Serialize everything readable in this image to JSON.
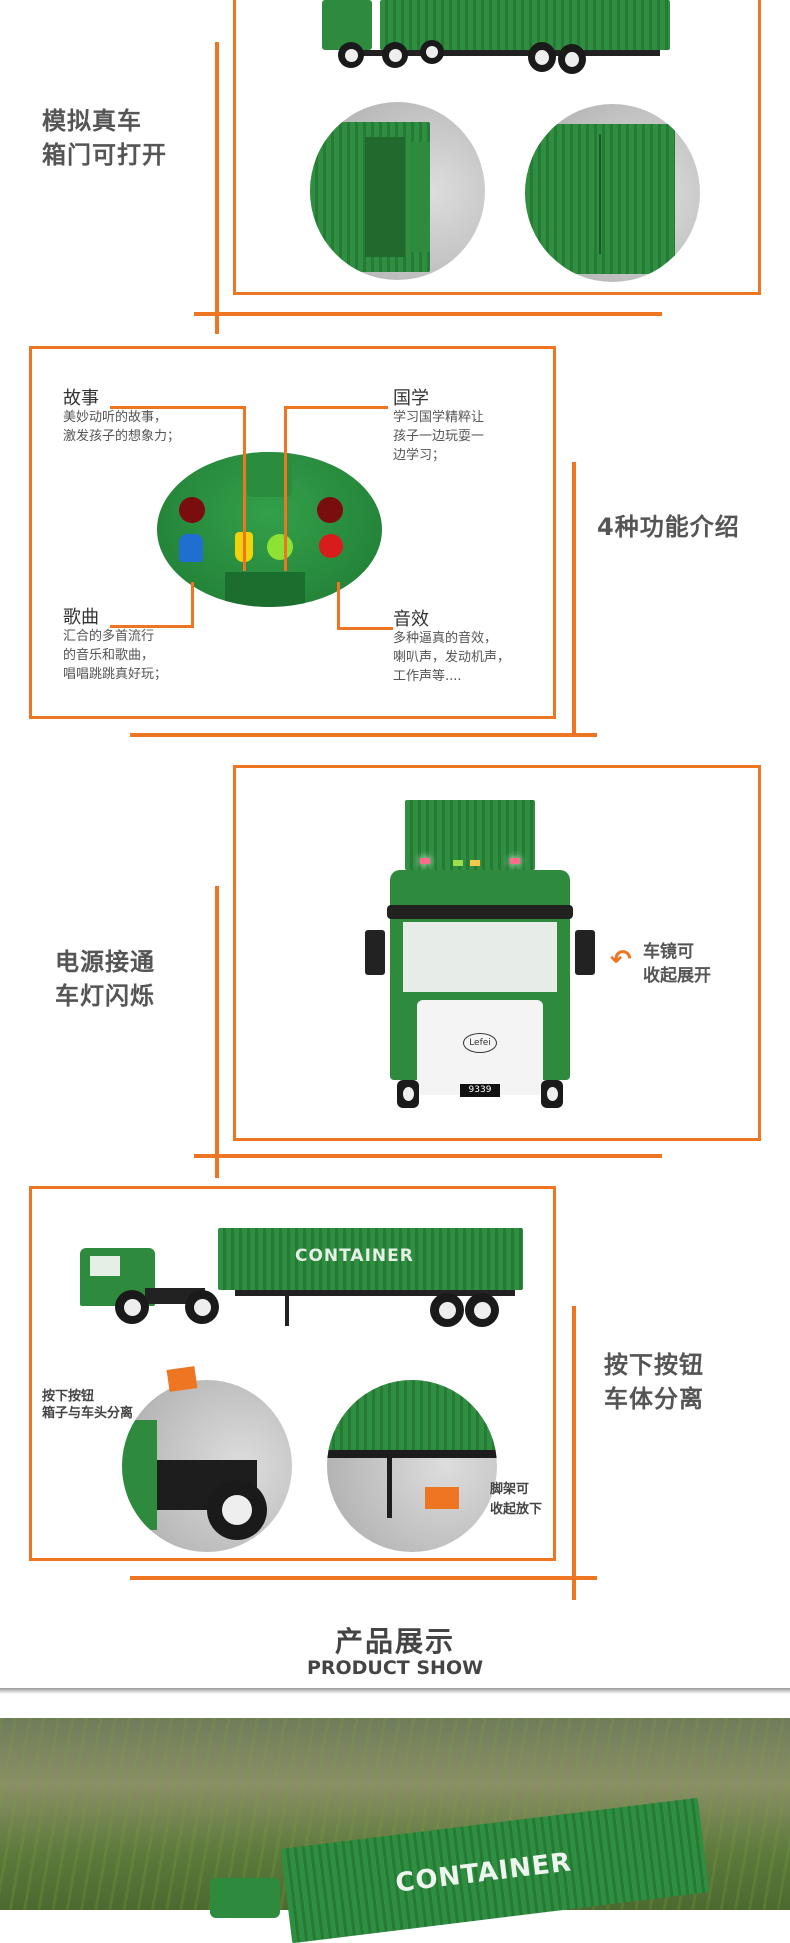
{
  "section_doors": {
    "caption_line1": "模拟真车",
    "caption_line2": "箱门可打开"
  },
  "section_functions": {
    "caption": "4种功能介绍",
    "features": [
      {
        "title": "故事",
        "desc": [
          "美妙动听的故事，",
          "激发孩子的想象力；"
        ]
      },
      {
        "title": "国学",
        "desc": [
          "学习国学精粹让",
          "孩子一边玩耍一",
          "边学习；"
        ]
      },
      {
        "title": "歌曲",
        "desc": [
          "汇合的多首流行",
          "的音乐和歌曲，",
          "唱唱跳跳真好玩；"
        ]
      },
      {
        "title": "音效",
        "desc": [
          "多种逼真的音效，",
          "喇叭声，发动机声，",
          "工作声等...."
        ]
      }
    ]
  },
  "section_lights": {
    "caption_line1": "电源接通",
    "caption_line2": "车灯闪烁",
    "mirror_line1": "车镜可",
    "mirror_line2": "收起展开",
    "plate": "9339",
    "logo": "Lefei"
  },
  "section_detach": {
    "caption_line1": "按下按钮",
    "caption_line2": "车体分离",
    "container_label": "CONTAINER",
    "button_line1": "按下按钮",
    "button_line2": "箱子与车头分离",
    "stand_line1": "脚架可",
    "stand_line2": "收起放下"
  },
  "product_show": {
    "title_cn": "产品展示",
    "title_en": "PRODUCT SHOW",
    "container_label": "CONTAINER"
  },
  "colors": {
    "accent": "#ee7623",
    "truck_green": "#2e8b3e"
  }
}
